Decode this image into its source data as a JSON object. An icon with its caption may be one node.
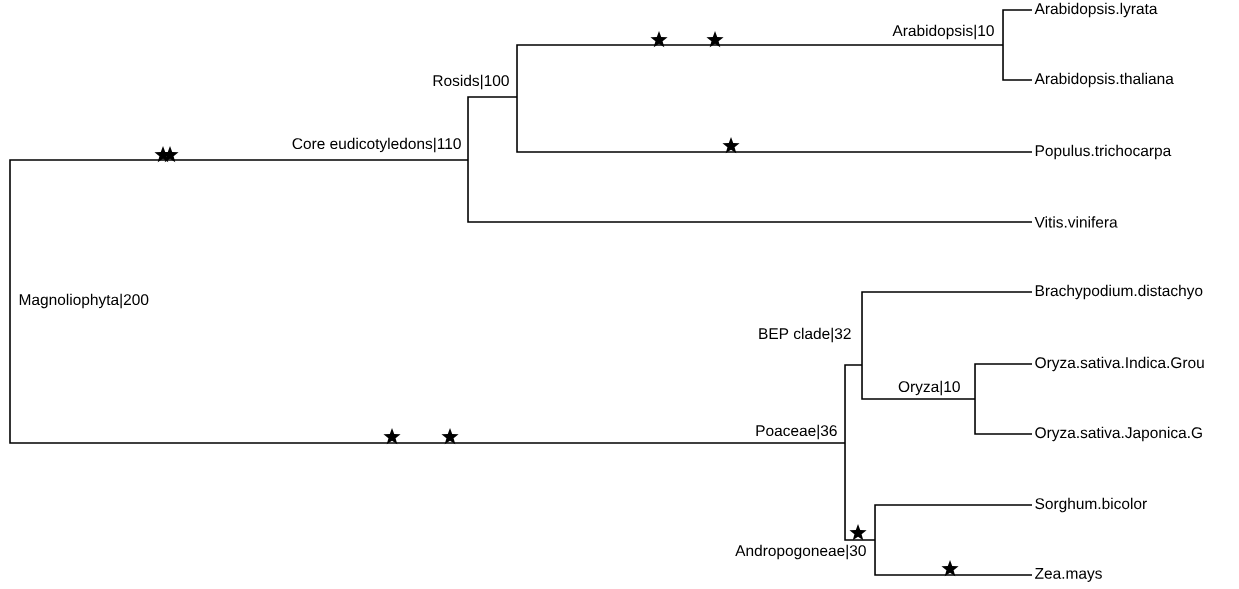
{
  "diagram": {
    "nodes": [
      {
        "text": [
          "Magnoliophyta|200"
        ]
      },
      {
        "text": [
          "Core eudicotyledons|110"
        ]
      },
      {
        "text": [
          "Rosids|100"
        ]
      },
      {
        "text": [
          "Arabidopsis|10"
        ]
      },
      {
        "text": [
          "Arabidopsis.lyrata"
        ]
      },
      {
        "text": [
          "Arabidopsis.thaliana"
        ]
      },
      {
        "text": [
          "Populus.trichocarpa"
        ]
      },
      {
        "text": [
          "Vitis.vinifera"
        ]
      },
      {
        "text": [
          "Poaceae|36"
        ]
      },
      {
        "text": [
          "BEP clade|32"
        ]
      },
      {
        "text": [
          "Brachypodium.distachyo"
        ]
      },
      {
        "text": [
          "Oryza|10"
        ]
      },
      {
        "text": [
          "Oryza.sativa.Indica.Grou"
        ]
      },
      {
        "text": [
          "Oryza.sativa.Japonica.G"
        ]
      },
      {
        "text": [
          "Andropogoneae|30"
        ]
      },
      {
        "text": [
          "Sorghum.bicolor"
        ]
      },
      {
        "text": [
          "Zea.mays"
        ]
      }
    ],
    "edges": [
      {
        "from": 0,
        "to": 1,
        "arrow": "none"
      },
      {
        "from": 1,
        "to": 2,
        "arrow": "none"
      },
      {
        "from": 2,
        "to": 3,
        "arrow": "none"
      },
      {
        "from": 3,
        "to": 4,
        "arrow": "none"
      },
      {
        "from": 3,
        "to": 5,
        "arrow": "none"
      },
      {
        "from": 2,
        "to": 6,
        "arrow": "none"
      },
      {
        "from": 1,
        "to": 7,
        "arrow": "none"
      },
      {
        "from": 0,
        "to": 8,
        "arrow": "none"
      },
      {
        "from": 8,
        "to": 9,
        "arrow": "none"
      },
      {
        "from": 9,
        "to": 10,
        "arrow": "none"
      },
      {
        "from": 9,
        "to": 11,
        "arrow": "none"
      },
      {
        "from": 11,
        "to": 12,
        "arrow": "none"
      },
      {
        "from": 11,
        "to": 13,
        "arrow": "none"
      },
      {
        "from": 8,
        "to": 14,
        "arrow": "none"
      },
      {
        "from": 14,
        "to": 15,
        "arrow": "none"
      },
      {
        "from": 14,
        "to": 16,
        "arrow": "none"
      }
    ]
  }
}
